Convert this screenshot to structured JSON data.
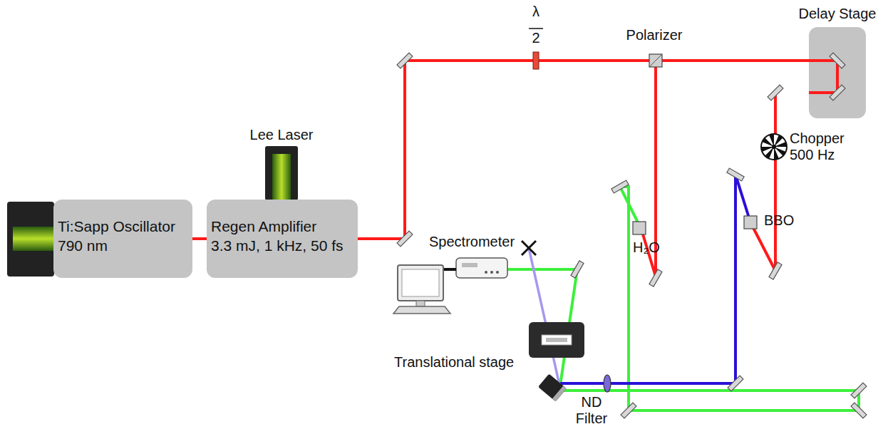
{
  "diagram": {
    "nodes": [
      {
        "text": [
          "Ti:Sapp Oscillator",
          "790 nm"
        ]
      },
      {
        "text": [
          "Regen Amplifier",
          "3.3 mJ, 1 kHz, 50 fs"
        ]
      },
      {
        "text": [
          "Delay Stage"
        ]
      }
    ],
    "edges": [
      {
        "from": 0,
        "to": 1,
        "arrow": "none"
      }
    ],
    "labels": [
      "Lee Laser",
      "λ",
      "2",
      "Polarizer",
      "Chopper 500 Hz",
      "H₂O",
      "BBO",
      "Spectrometer",
      "Translational stage",
      "ND Filter"
    ]
  }
}
